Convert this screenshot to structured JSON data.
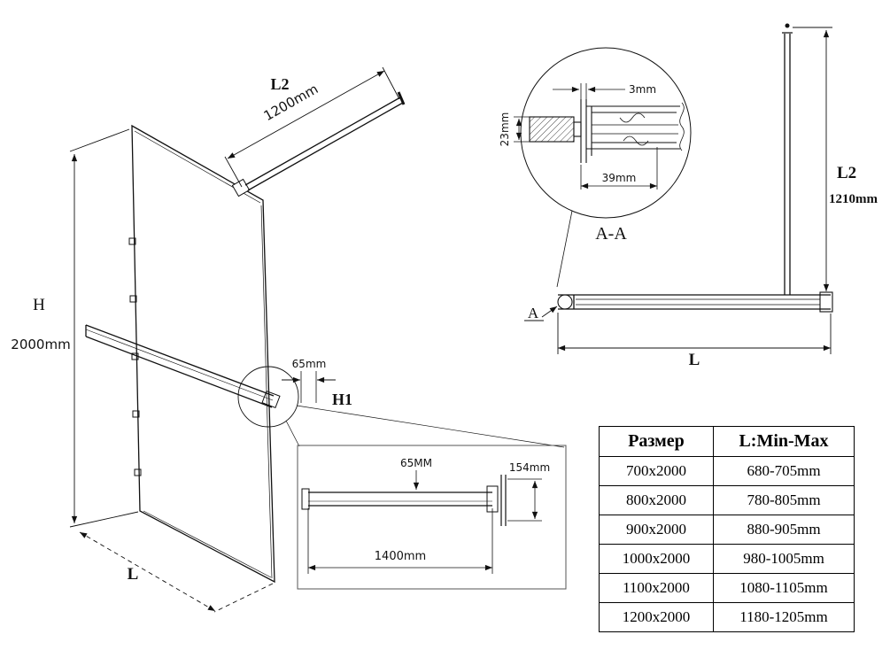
{
  "colors": {
    "background": "#ffffff",
    "line": "#111111"
  },
  "iso_view": {
    "l2_label": "L2",
    "l2_dim": "1200mm",
    "h_label": "H",
    "h_dim": "2000mm",
    "l_label": "L",
    "bar_dim": "65mm",
    "h1_label": "H1"
  },
  "detail_box": {
    "height_dim": "65MM",
    "profile_dim": "154mm",
    "length_dim": "1400mm"
  },
  "section_view": {
    "label": "A-A",
    "gap_dim": "3mm",
    "depth_dim": "23mm",
    "width_dim": "39mm"
  },
  "top_view": {
    "l2_label": "L2",
    "l2_dim": "1210mm",
    "l_label": "L",
    "a_label": "A"
  },
  "size_table": {
    "headers": [
      "Размер",
      "L:Min-Max"
    ],
    "rows": [
      [
        "700x2000",
        "680-705mm"
      ],
      [
        "800x2000",
        "780-805mm"
      ],
      [
        "900x2000",
        "880-905mm"
      ],
      [
        "1000x2000",
        "980-1005mm"
      ],
      [
        "1100x2000",
        "1080-1105mm"
      ],
      [
        "1200x2000",
        "1180-1205mm"
      ]
    ]
  }
}
